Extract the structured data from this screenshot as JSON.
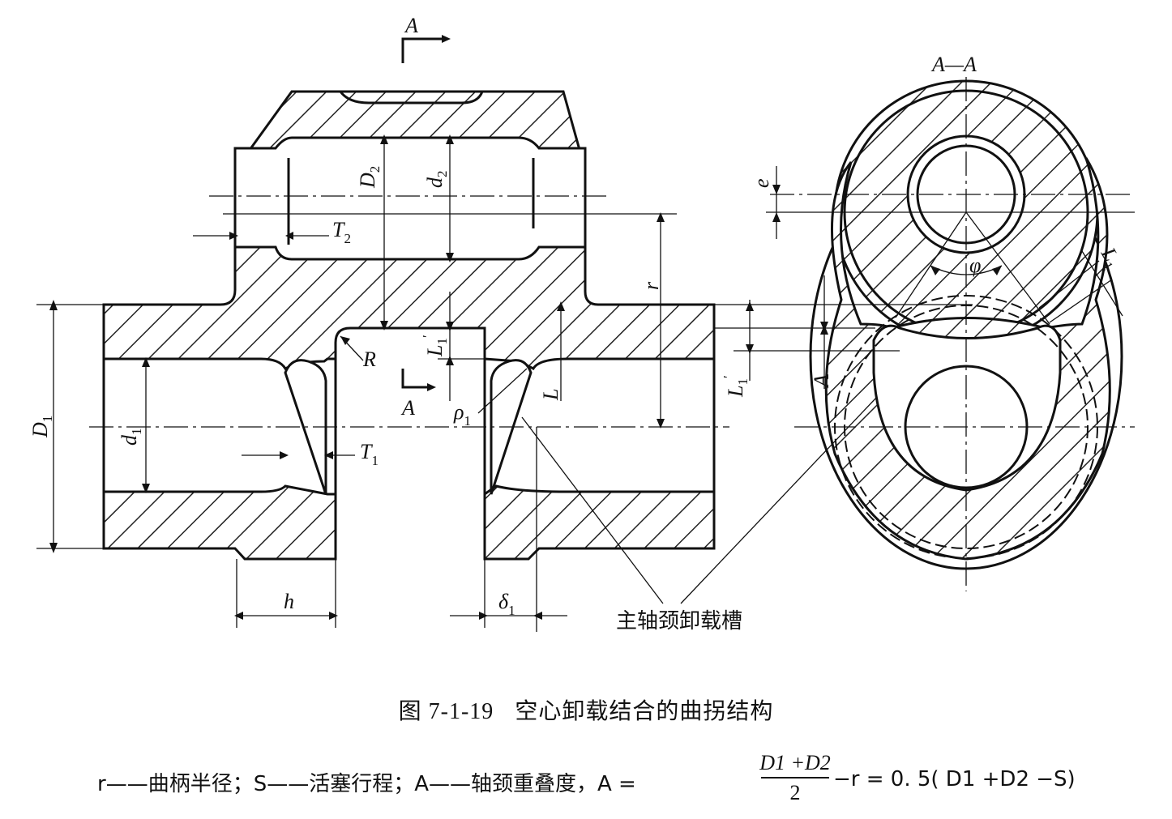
{
  "labels": {
    "section_arrow_top": "A",
    "section_title": "A—A",
    "D2": "D",
    "D2_sub": "2",
    "d2": "d",
    "d2_sub": "2",
    "T2": "T",
    "T2_sub": "2",
    "r": "r",
    "D1": "D",
    "D1_sub": "1",
    "d1": "d",
    "d1_sub": "1",
    "T1": "T",
    "T1_sub": "1",
    "R": "R",
    "L1p": "L",
    "L1p_sub": "1",
    "L1p_prime": "′",
    "L": "L",
    "section_arrow_bottom": "A",
    "rho1": "ρ",
    "rho1_sub": "1",
    "L1p_right": "L",
    "L1p_right_sub": "1",
    "L1p_right_prime": "′",
    "h": "h",
    "delta1": "δ",
    "delta1_sub": "1",
    "e": "e",
    "phi": "φ",
    "L1_right": "L",
    "L1_right_sub": "1",
    "A_overlap": "A",
    "groove_label": "主轴颈卸载槽"
  },
  "caption": {
    "number": "图 7-1-19",
    "title": "空心卸载结合的曲拐结构"
  },
  "legend": {
    "prefix": "r——曲柄半径；S——活塞行程；A——轴颈重叠度，A =",
    "frac_num": "D1 +D2",
    "frac_den": "2",
    "suffix": "−r = 0. 5( D1 +D2 −S)"
  }
}
